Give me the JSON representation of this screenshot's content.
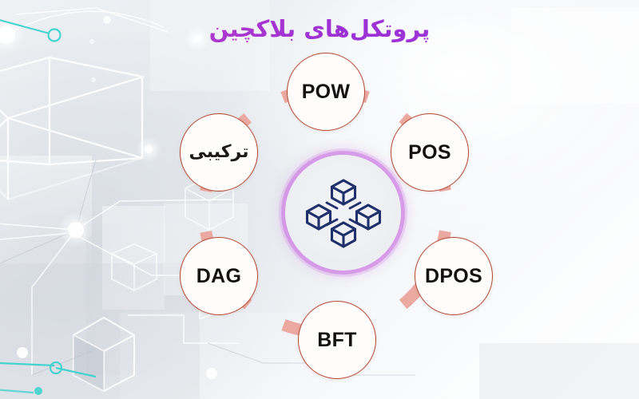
{
  "header": {
    "title": "پروتکل‌های بلاکچین",
    "title_translit": "Blockchain Protocols",
    "title_gradient_from": "#e98b35",
    "title_gradient_to": "#9b31d6"
  },
  "diagram": {
    "type": "cycle-hub-and-spoke",
    "ring_color": "#eba9a2",
    "node_border_color": "#b4472f",
    "node_fill_color": "#fffdfc",
    "center": {
      "icon": "blockchain-network-icon",
      "icon_color": "#20306b",
      "glow_color": "#cb78e2",
      "fill_color": "#eceef2"
    },
    "nodes": [
      {
        "id": "pow",
        "label": "POW",
        "script": "latin"
      },
      {
        "id": "pos",
        "label": "POS",
        "script": "latin"
      },
      {
        "id": "dpos",
        "label": "DPOS",
        "script": "latin"
      },
      {
        "id": "bft",
        "label": "BFT",
        "script": "latin"
      },
      {
        "id": "dag",
        "label": "DAG",
        "script": "latin"
      },
      {
        "id": "hybrid",
        "label": "ترکیبی",
        "script": "arabic"
      }
    ]
  },
  "background": {
    "style": "abstract-wireframe-cubes",
    "accent_color": "#3fd2cd",
    "base_color": "#eef1f4"
  }
}
